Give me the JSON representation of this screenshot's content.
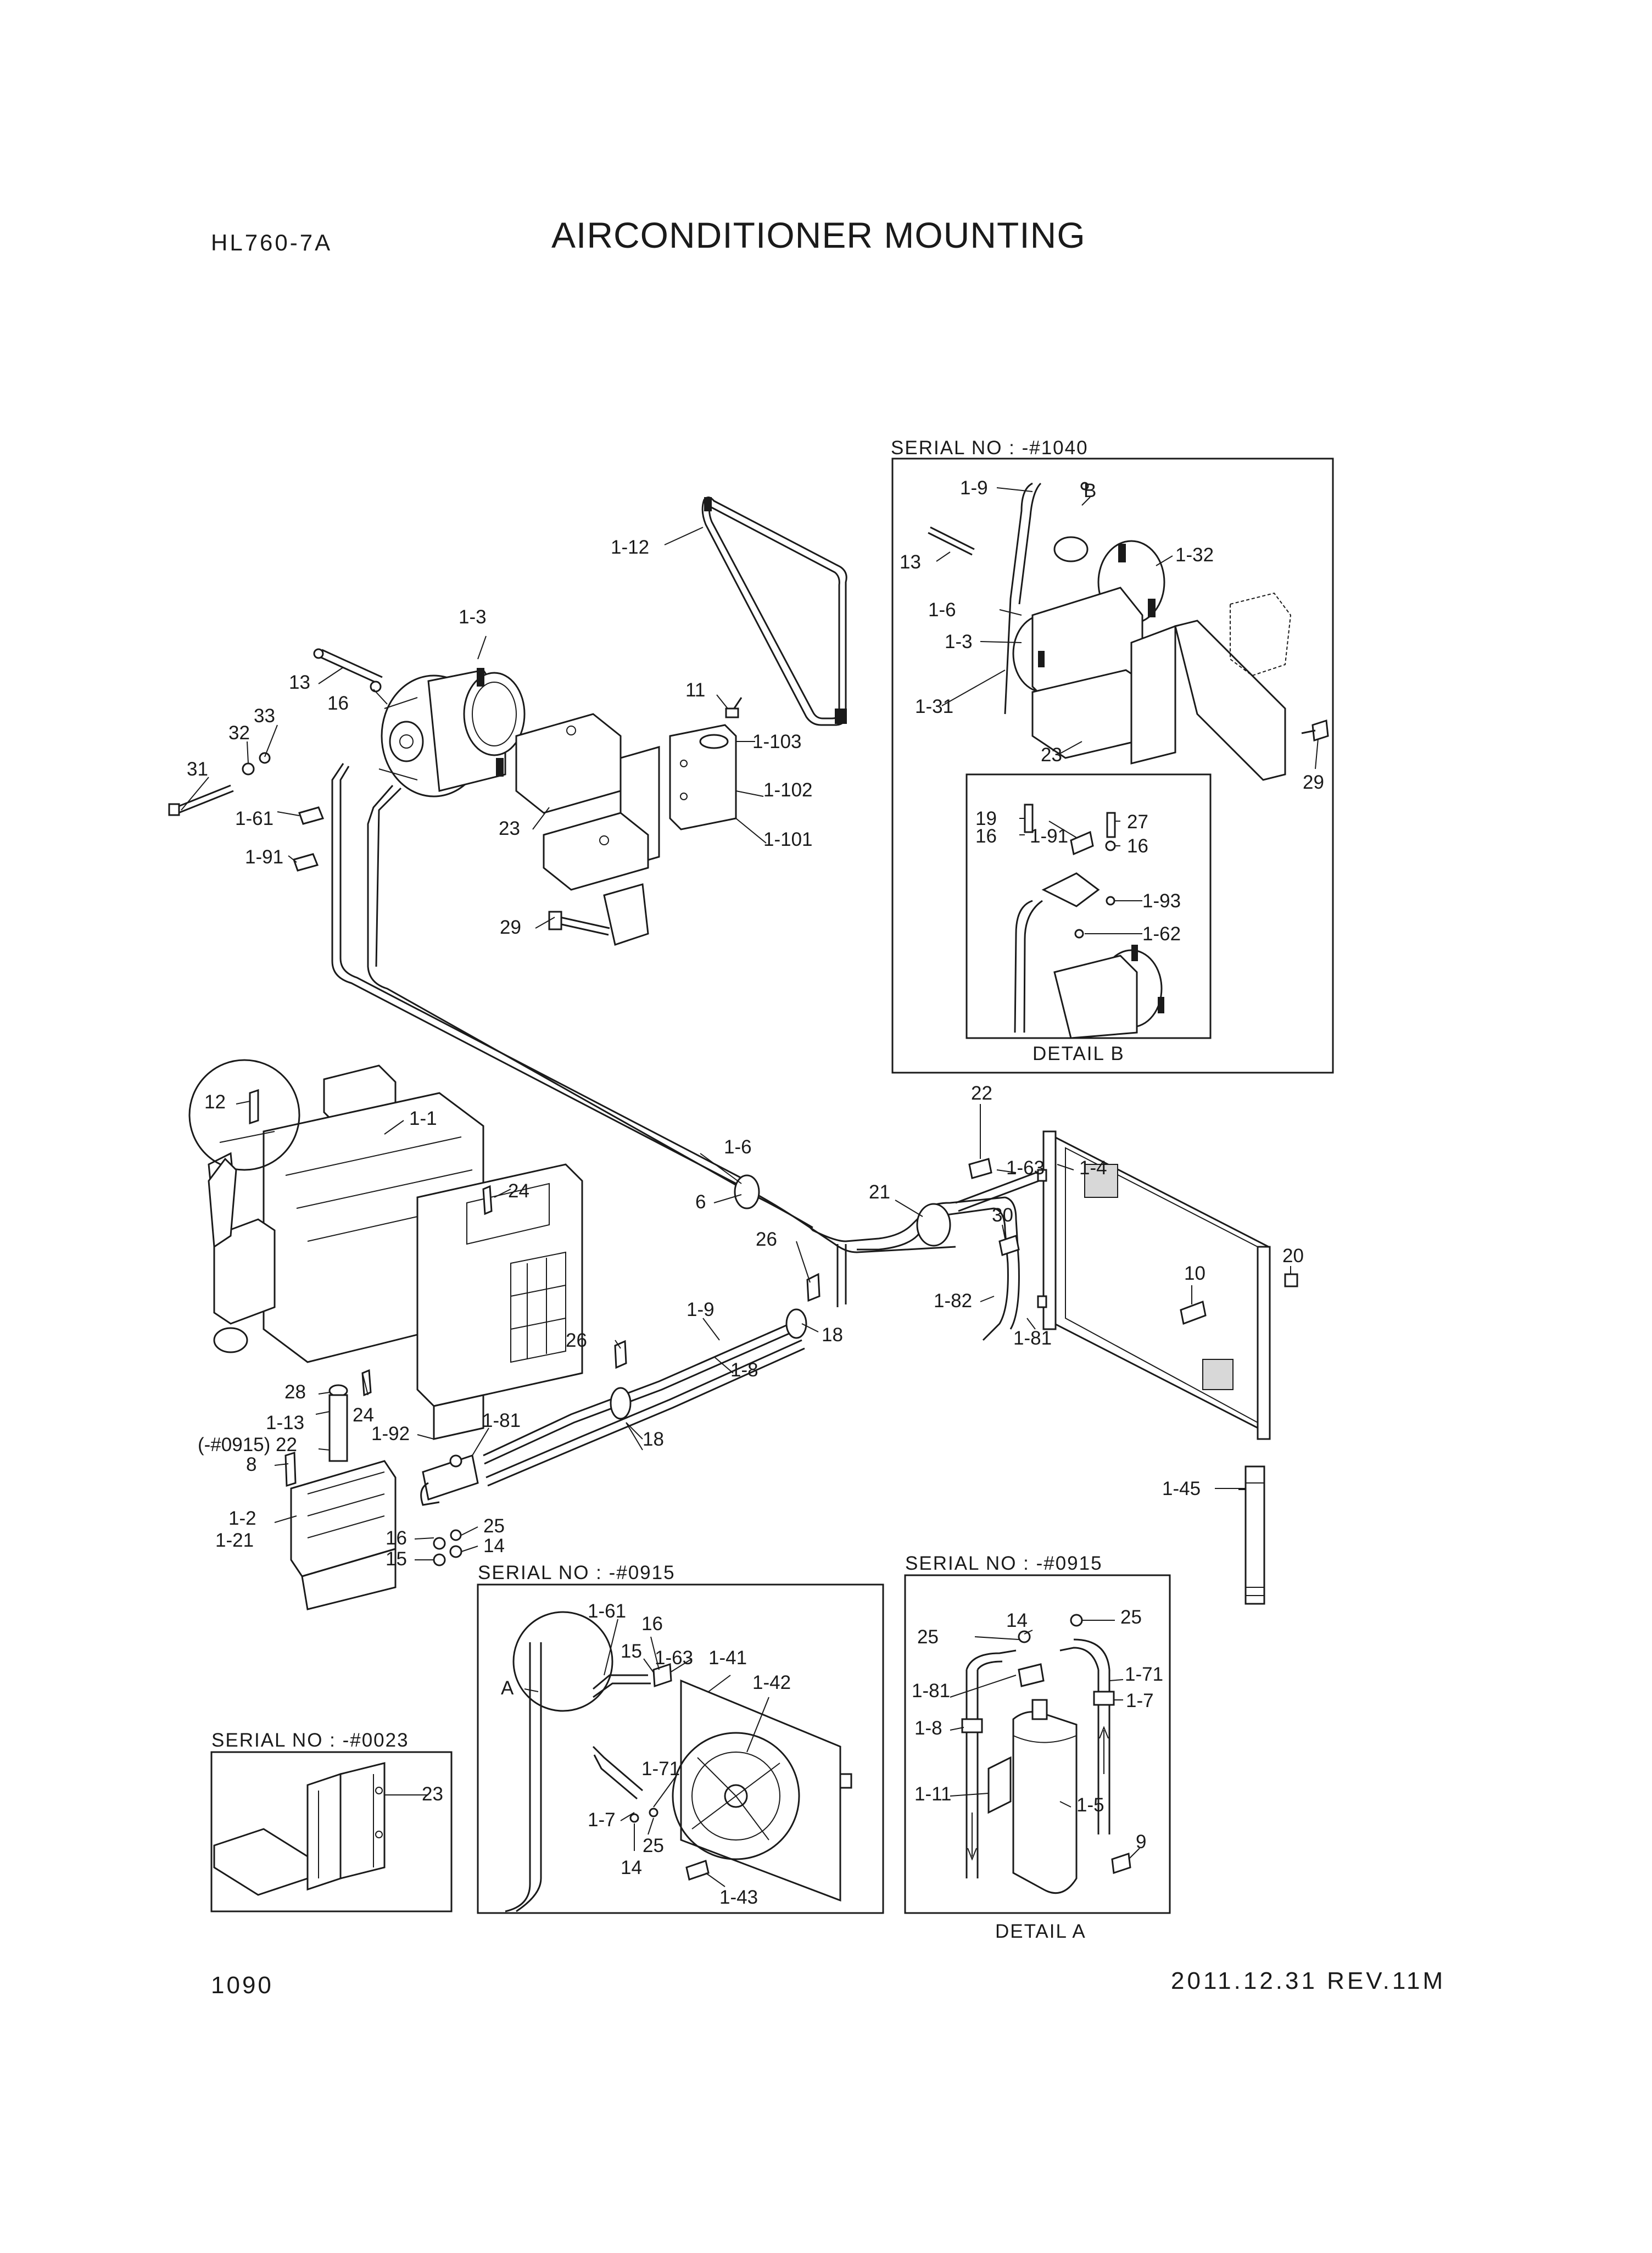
{
  "header": {
    "model": "HL760-7A",
    "title": "AIRCONDITIONER MOUNTING"
  },
  "footer": {
    "page": "1090",
    "revision": "2011.12.31 REV.11M"
  },
  "boxes": {
    "serial_1040": "SERIAL NO : -#1040",
    "detail_b": "DETAIL B",
    "serial_0915_a": "SERIAL NO : -#0915",
    "serial_0915_b": "SERIAL NO : -#0915",
    "detail_a": "DETAIL A",
    "serial_0023": "SERIAL NO : -#0023"
  },
  "labels": {
    "main": [
      "1-12",
      "1-3",
      "13",
      "16",
      "33",
      "32",
      "31",
      "1-61",
      "1-91",
      "11",
      "1-103",
      "1-102",
      "1-101",
      "23",
      "29",
      "12",
      "1-1",
      "24",
      "1-6",
      "6",
      "22",
      "1-63",
      "1-4",
      "21",
      "30",
      "26",
      "1-9",
      "1-8",
      "18",
      "1-82",
      "1-81",
      "10",
      "20",
      "28",
      "1-13",
      "(-#0915) 22",
      "8",
      "1-2",
      "1-21",
      "1-92",
      "1-81",
      "16",
      "15",
      "25",
      "14",
      "26",
      "18",
      "24",
      "1-45"
    ],
    "serial_1040": [
      "1-9",
      "B",
      "1-32",
      "13",
      "1-6",
      "1-3",
      "1-31",
      "23",
      "29"
    ],
    "detail_b": [
      "19",
      "16",
      "1-91",
      "27",
      "16",
      "1-93",
      "1-62"
    ],
    "serial_0915_a": [
      "1-61",
      "16",
      "15",
      "1-63",
      "1-41",
      "1-42",
      "A",
      "1-71",
      "1-7",
      "25",
      "14",
      "1-43"
    ],
    "serial_0915_b": [
      "14",
      "25",
      "25",
      "1-81",
      "1-71",
      "1-8",
      "1-7",
      "1-11",
      "1-5",
      "9"
    ],
    "serial_0023": [
      "23"
    ]
  }
}
